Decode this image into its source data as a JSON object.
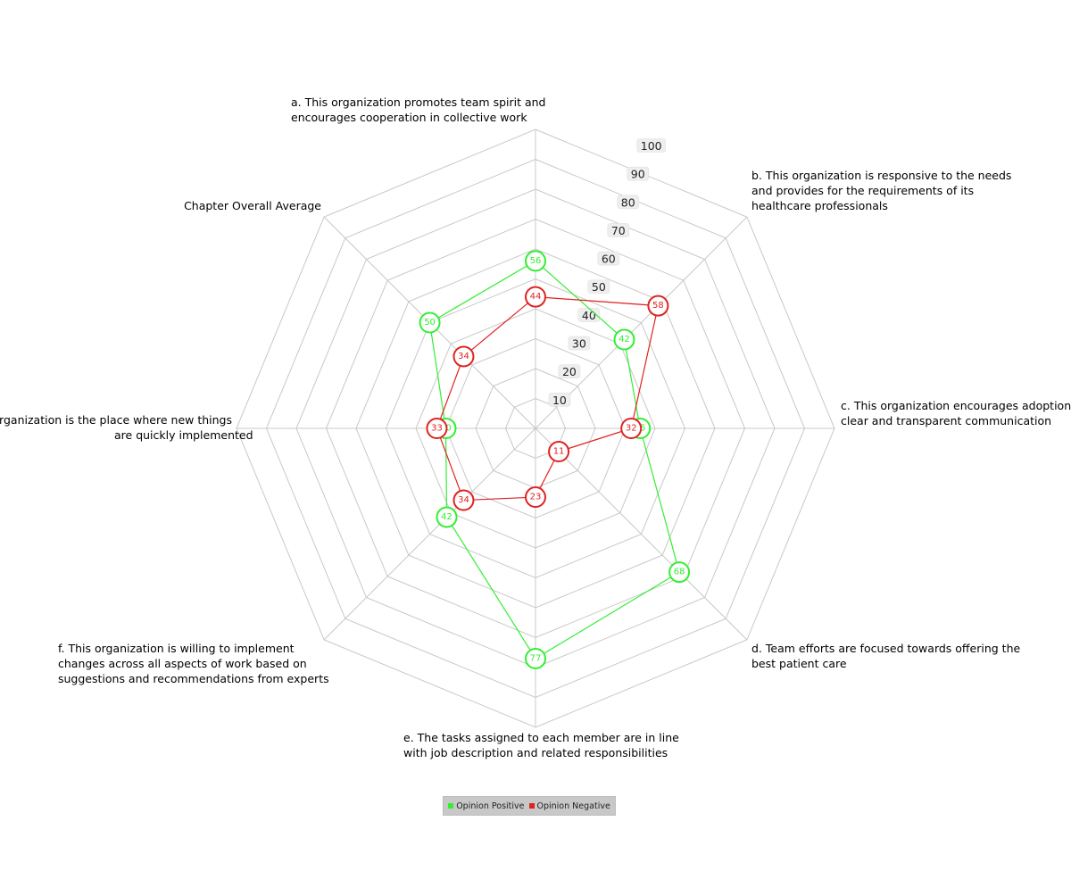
{
  "chart_data": {
    "type": "radar",
    "categories": [
      "a. This organization promotes team spirit and encourages cooperation in collective work",
      "b. This organization is responsive to the needs and provides for the requirements of its healthcare professionals",
      "c. This organization encourages adoption of clear and transparent communication",
      "d. Team efforts are focused towards offering the best patient care",
      "e. The tasks assigned to each member are in line with job description and related responsibilities",
      "f. This organization is willing to implement changes across all aspects of work based on suggestions and recommendations from experts",
      "g. This organization is the place where new things are quickly implemented",
      "Chapter Overall Average"
    ],
    "category_lines": [
      [
        "a. This organization promotes team spirit and",
        "encourages cooperation in collective work"
      ],
      [
        "b. This organization is responsive to the needs",
        "and provides for the requirements of its",
        "healthcare professionals"
      ],
      [
        "c. This organization encourages adoption of",
        "clear and transparent communication"
      ],
      [
        "d. Team efforts are focused towards offering the",
        "best patient care"
      ],
      [
        "e. The tasks assigned to each member are in line",
        "with job description and related responsibilities"
      ],
      [
        "f. This organization is willing to implement",
        "changes across all aspects of work based on",
        "suggestions and recommendations from experts"
      ],
      [
        "g. This organization is the place where new things",
        "are quickly implemented"
      ],
      [
        "Chapter Overall Average"
      ]
    ],
    "series": [
      {
        "name": "Opinion Positive",
        "color": "#33ee33",
        "values": [
          56,
          42,
          35,
          68,
          77,
          42,
          30,
          50
        ]
      },
      {
        "name": "Opinion Negative",
        "color": "#e02222",
        "values": [
          44,
          58,
          32,
          11,
          23,
          34,
          33,
          34
        ]
      }
    ],
    "radial_ticks": [
      10,
      20,
      30,
      40,
      50,
      60,
      70,
      80,
      90,
      100
    ],
    "rlim": [
      0,
      100
    ],
    "grid": true,
    "legend_position": "bottom-center"
  }
}
